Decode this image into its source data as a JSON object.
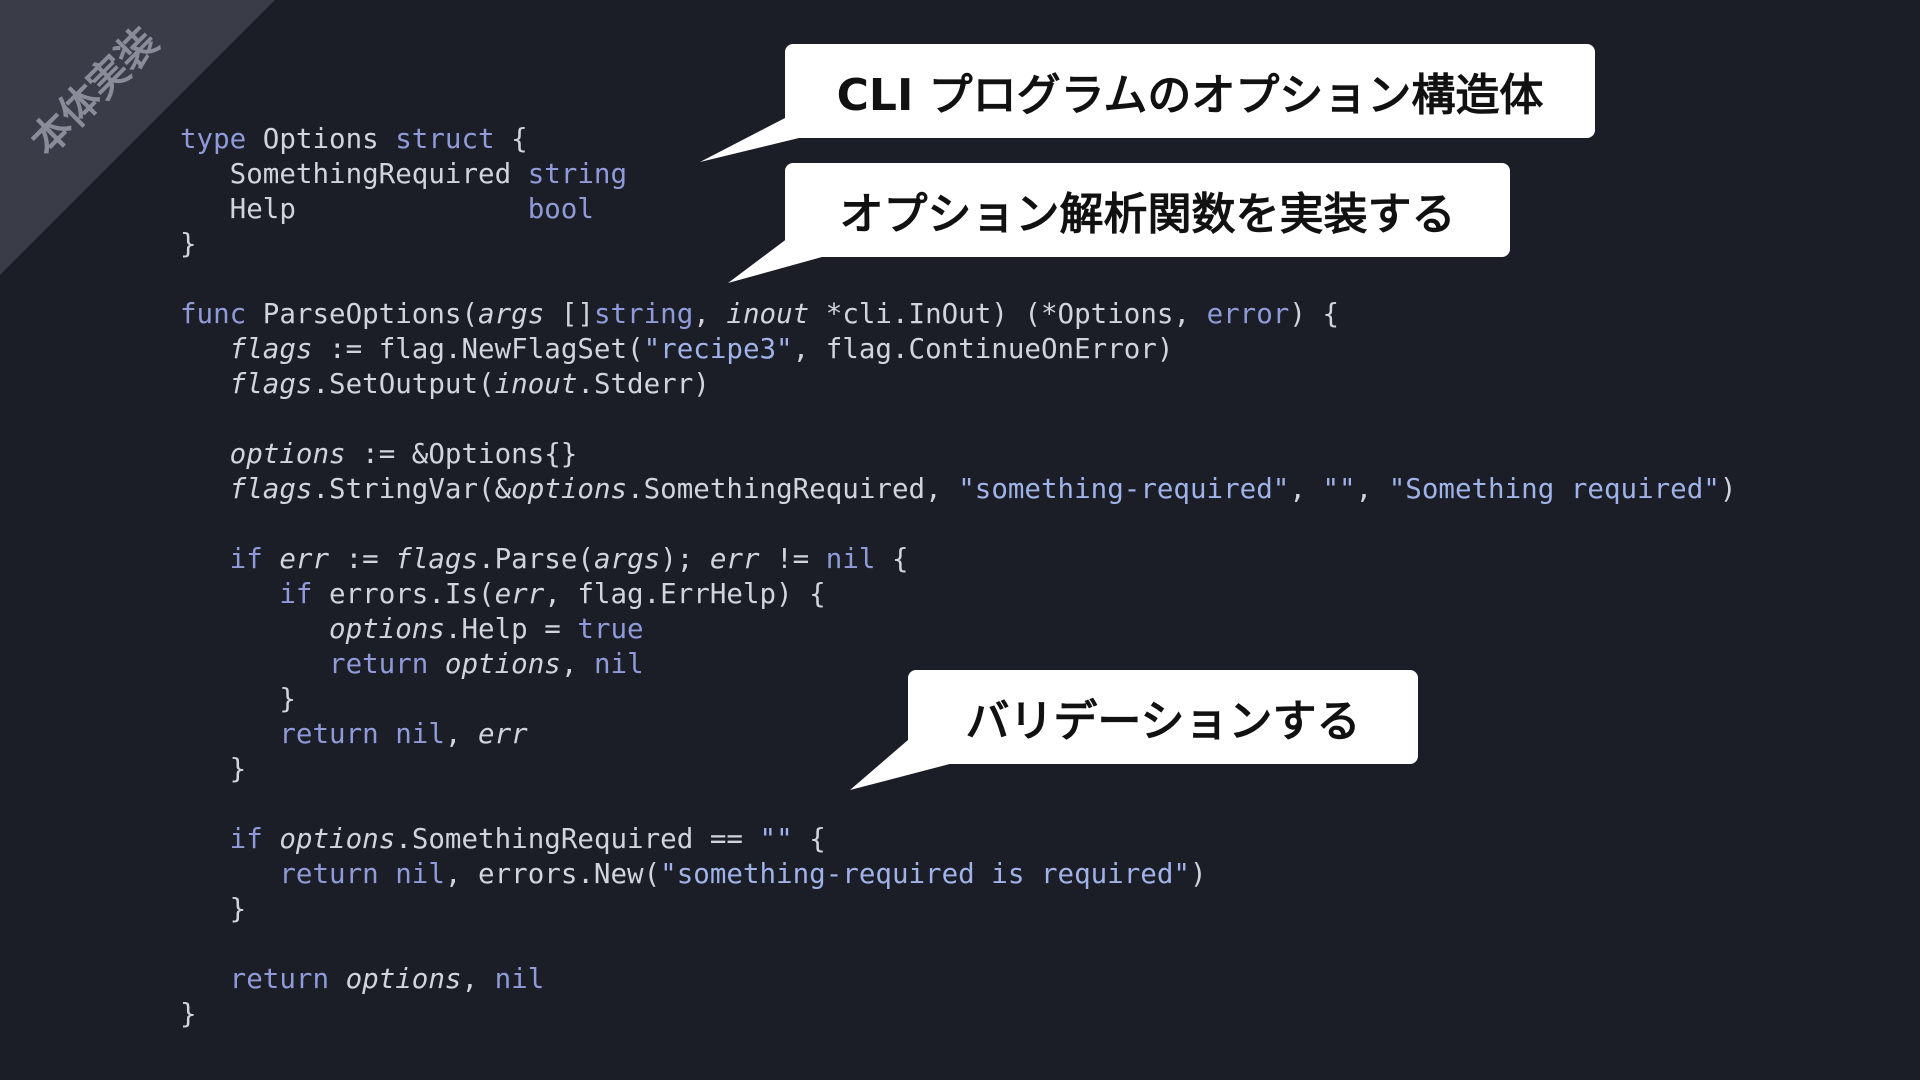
{
  "corner_label": "本体実装",
  "callouts": {
    "c1": "CLI プログラムのオプション構造体",
    "c2": "オプション解析関数を実装する",
    "c3": "バリデーションする"
  },
  "code_lines": [
    [
      [
        "kw",
        "type"
      ],
      [
        "p",
        " Options "
      ],
      [
        "kw",
        "struct"
      ],
      [
        "p",
        " {"
      ]
    ],
    [
      [
        "p",
        "   SomethingRequired "
      ],
      [
        "kw",
        "string"
      ]
    ],
    [
      [
        "p",
        "   Help              "
      ],
      [
        "kw",
        "bool"
      ]
    ],
    [
      [
        "p",
        "}"
      ]
    ],
    [],
    [
      [
        "kw",
        "func"
      ],
      [
        "p",
        " ParseOptions("
      ],
      [
        "it",
        "args"
      ],
      [
        "p",
        " []"
      ],
      [
        "kw",
        "string"
      ],
      [
        "p",
        ", "
      ],
      [
        "it",
        "inout"
      ],
      [
        "p",
        " *cli.InOut) (*Options, "
      ],
      [
        "kw",
        "error"
      ],
      [
        "p",
        ") {"
      ]
    ],
    [
      [
        "p",
        "   "
      ],
      [
        "it",
        "flags"
      ],
      [
        "p",
        " := flag.NewFlagSet("
      ],
      [
        "str",
        "\"recipe3\""
      ],
      [
        "p",
        ", flag.ContinueOnError)"
      ]
    ],
    [
      [
        "p",
        "   "
      ],
      [
        "it",
        "flags"
      ],
      [
        "p",
        ".SetOutput("
      ],
      [
        "it",
        "inout"
      ],
      [
        "p",
        ".Stderr)"
      ]
    ],
    [],
    [
      [
        "p",
        "   "
      ],
      [
        "it",
        "options"
      ],
      [
        "p",
        " := &Options{}"
      ]
    ],
    [
      [
        "p",
        "   "
      ],
      [
        "it",
        "flags"
      ],
      [
        "p",
        ".StringVar(&"
      ],
      [
        "it",
        "options"
      ],
      [
        "p",
        ".SomethingRequired, "
      ],
      [
        "str",
        "\"something-required\""
      ],
      [
        "p",
        ", "
      ],
      [
        "str",
        "\"\""
      ],
      [
        "p",
        ", "
      ],
      [
        "str",
        "\"Something required\""
      ],
      [
        "p",
        ")"
      ]
    ],
    [],
    [
      [
        "p",
        "   "
      ],
      [
        "kw",
        "if"
      ],
      [
        "p",
        " "
      ],
      [
        "it",
        "err"
      ],
      [
        "p",
        " := "
      ],
      [
        "it",
        "flags"
      ],
      [
        "p",
        ".Parse("
      ],
      [
        "it",
        "args"
      ],
      [
        "p",
        "); "
      ],
      [
        "it",
        "err"
      ],
      [
        "p",
        " != "
      ],
      [
        "kw",
        "nil"
      ],
      [
        "p",
        " {"
      ]
    ],
    [
      [
        "p",
        "      "
      ],
      [
        "kw",
        "if"
      ],
      [
        "p",
        " errors.Is("
      ],
      [
        "it",
        "err"
      ],
      [
        "p",
        ", flag.ErrHelp) {"
      ]
    ],
    [
      [
        "p",
        "         "
      ],
      [
        "it",
        "options"
      ],
      [
        "p",
        ".Help = "
      ],
      [
        "kw",
        "true"
      ]
    ],
    [
      [
        "p",
        "         "
      ],
      [
        "kw",
        "return"
      ],
      [
        "p",
        " "
      ],
      [
        "it",
        "options"
      ],
      [
        "p",
        ", "
      ],
      [
        "kw",
        "nil"
      ]
    ],
    [
      [
        "p",
        "      }"
      ]
    ],
    [
      [
        "p",
        "      "
      ],
      [
        "kw",
        "return"
      ],
      [
        "p",
        " "
      ],
      [
        "kw",
        "nil"
      ],
      [
        "p",
        ", "
      ],
      [
        "it",
        "err"
      ]
    ],
    [
      [
        "p",
        "   }"
      ]
    ],
    [],
    [
      [
        "p",
        "   "
      ],
      [
        "kw",
        "if"
      ],
      [
        "p",
        " "
      ],
      [
        "it",
        "options"
      ],
      [
        "p",
        ".SomethingRequired == "
      ],
      [
        "str",
        "\"\""
      ],
      [
        "p",
        " {"
      ]
    ],
    [
      [
        "p",
        "      "
      ],
      [
        "kw",
        "return"
      ],
      [
        "p",
        " "
      ],
      [
        "kw",
        "nil"
      ],
      [
        "p",
        ", errors.New("
      ],
      [
        "str",
        "\"something-required is required\""
      ],
      [
        "p",
        ")"
      ]
    ],
    [
      [
        "p",
        "   }"
      ]
    ],
    [],
    [
      [
        "p",
        "   "
      ],
      [
        "kw",
        "return"
      ],
      [
        "p",
        " "
      ],
      [
        "it",
        "options"
      ],
      [
        "p",
        ", "
      ],
      [
        "kw",
        "nil"
      ]
    ],
    [
      [
        "p",
        "}"
      ]
    ]
  ]
}
